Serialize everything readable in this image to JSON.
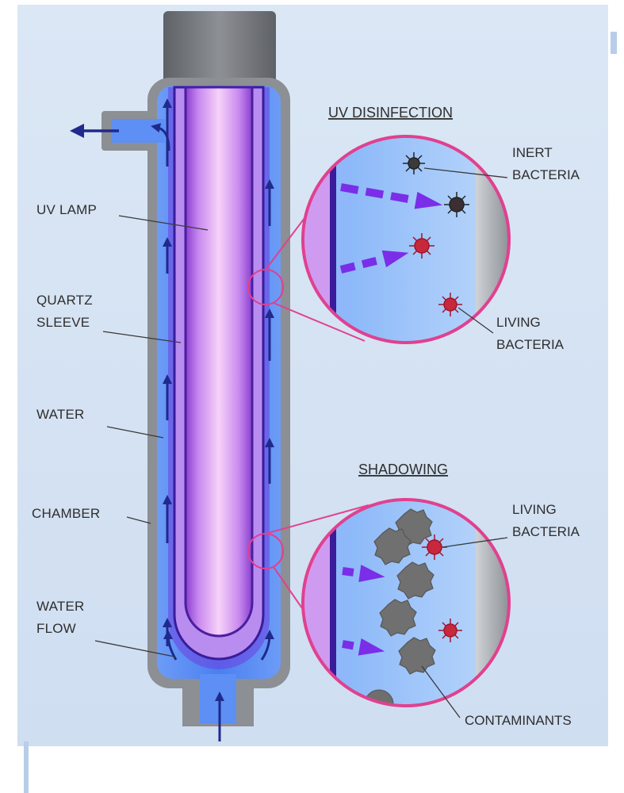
{
  "labels_left": {
    "uv_lamp": "UV LAMP",
    "quartz_sleeve_1": "QUARTZ",
    "quartz_sleeve_2": "SLEEVE",
    "water": "WATER",
    "chamber": "CHAMBER",
    "water_flow_1": "WATER",
    "water_flow_2": "FLOW"
  },
  "uv_disinfection": {
    "heading": "UV DISINFECTION",
    "inert_1": "INERT",
    "inert_2": "BACTERIA",
    "living_1": "LIVING",
    "living_2": "BACTERIA"
  },
  "shadowing": {
    "heading": "SHADOWING",
    "living_1": "LIVING",
    "living_2": "BACTERIA",
    "contaminants": "CONTAMINANTS"
  },
  "colors": {
    "background": "#d3e1f2",
    "chamber_gray": "#8c8f93",
    "cap_gray": "#707378",
    "water_blue": "#5b8ff5",
    "lamp_purple": "#b86ee0",
    "lamp_glow": "#f0c4f6",
    "arrow_navy": "#1f2a8c",
    "ray_purple": "#7a2ee8",
    "circle_pink": "#e0418f",
    "bacteria_red": "#c8283c",
    "bacteria_dark": "#333333",
    "contaminant_gray": "#6b6b6b"
  }
}
